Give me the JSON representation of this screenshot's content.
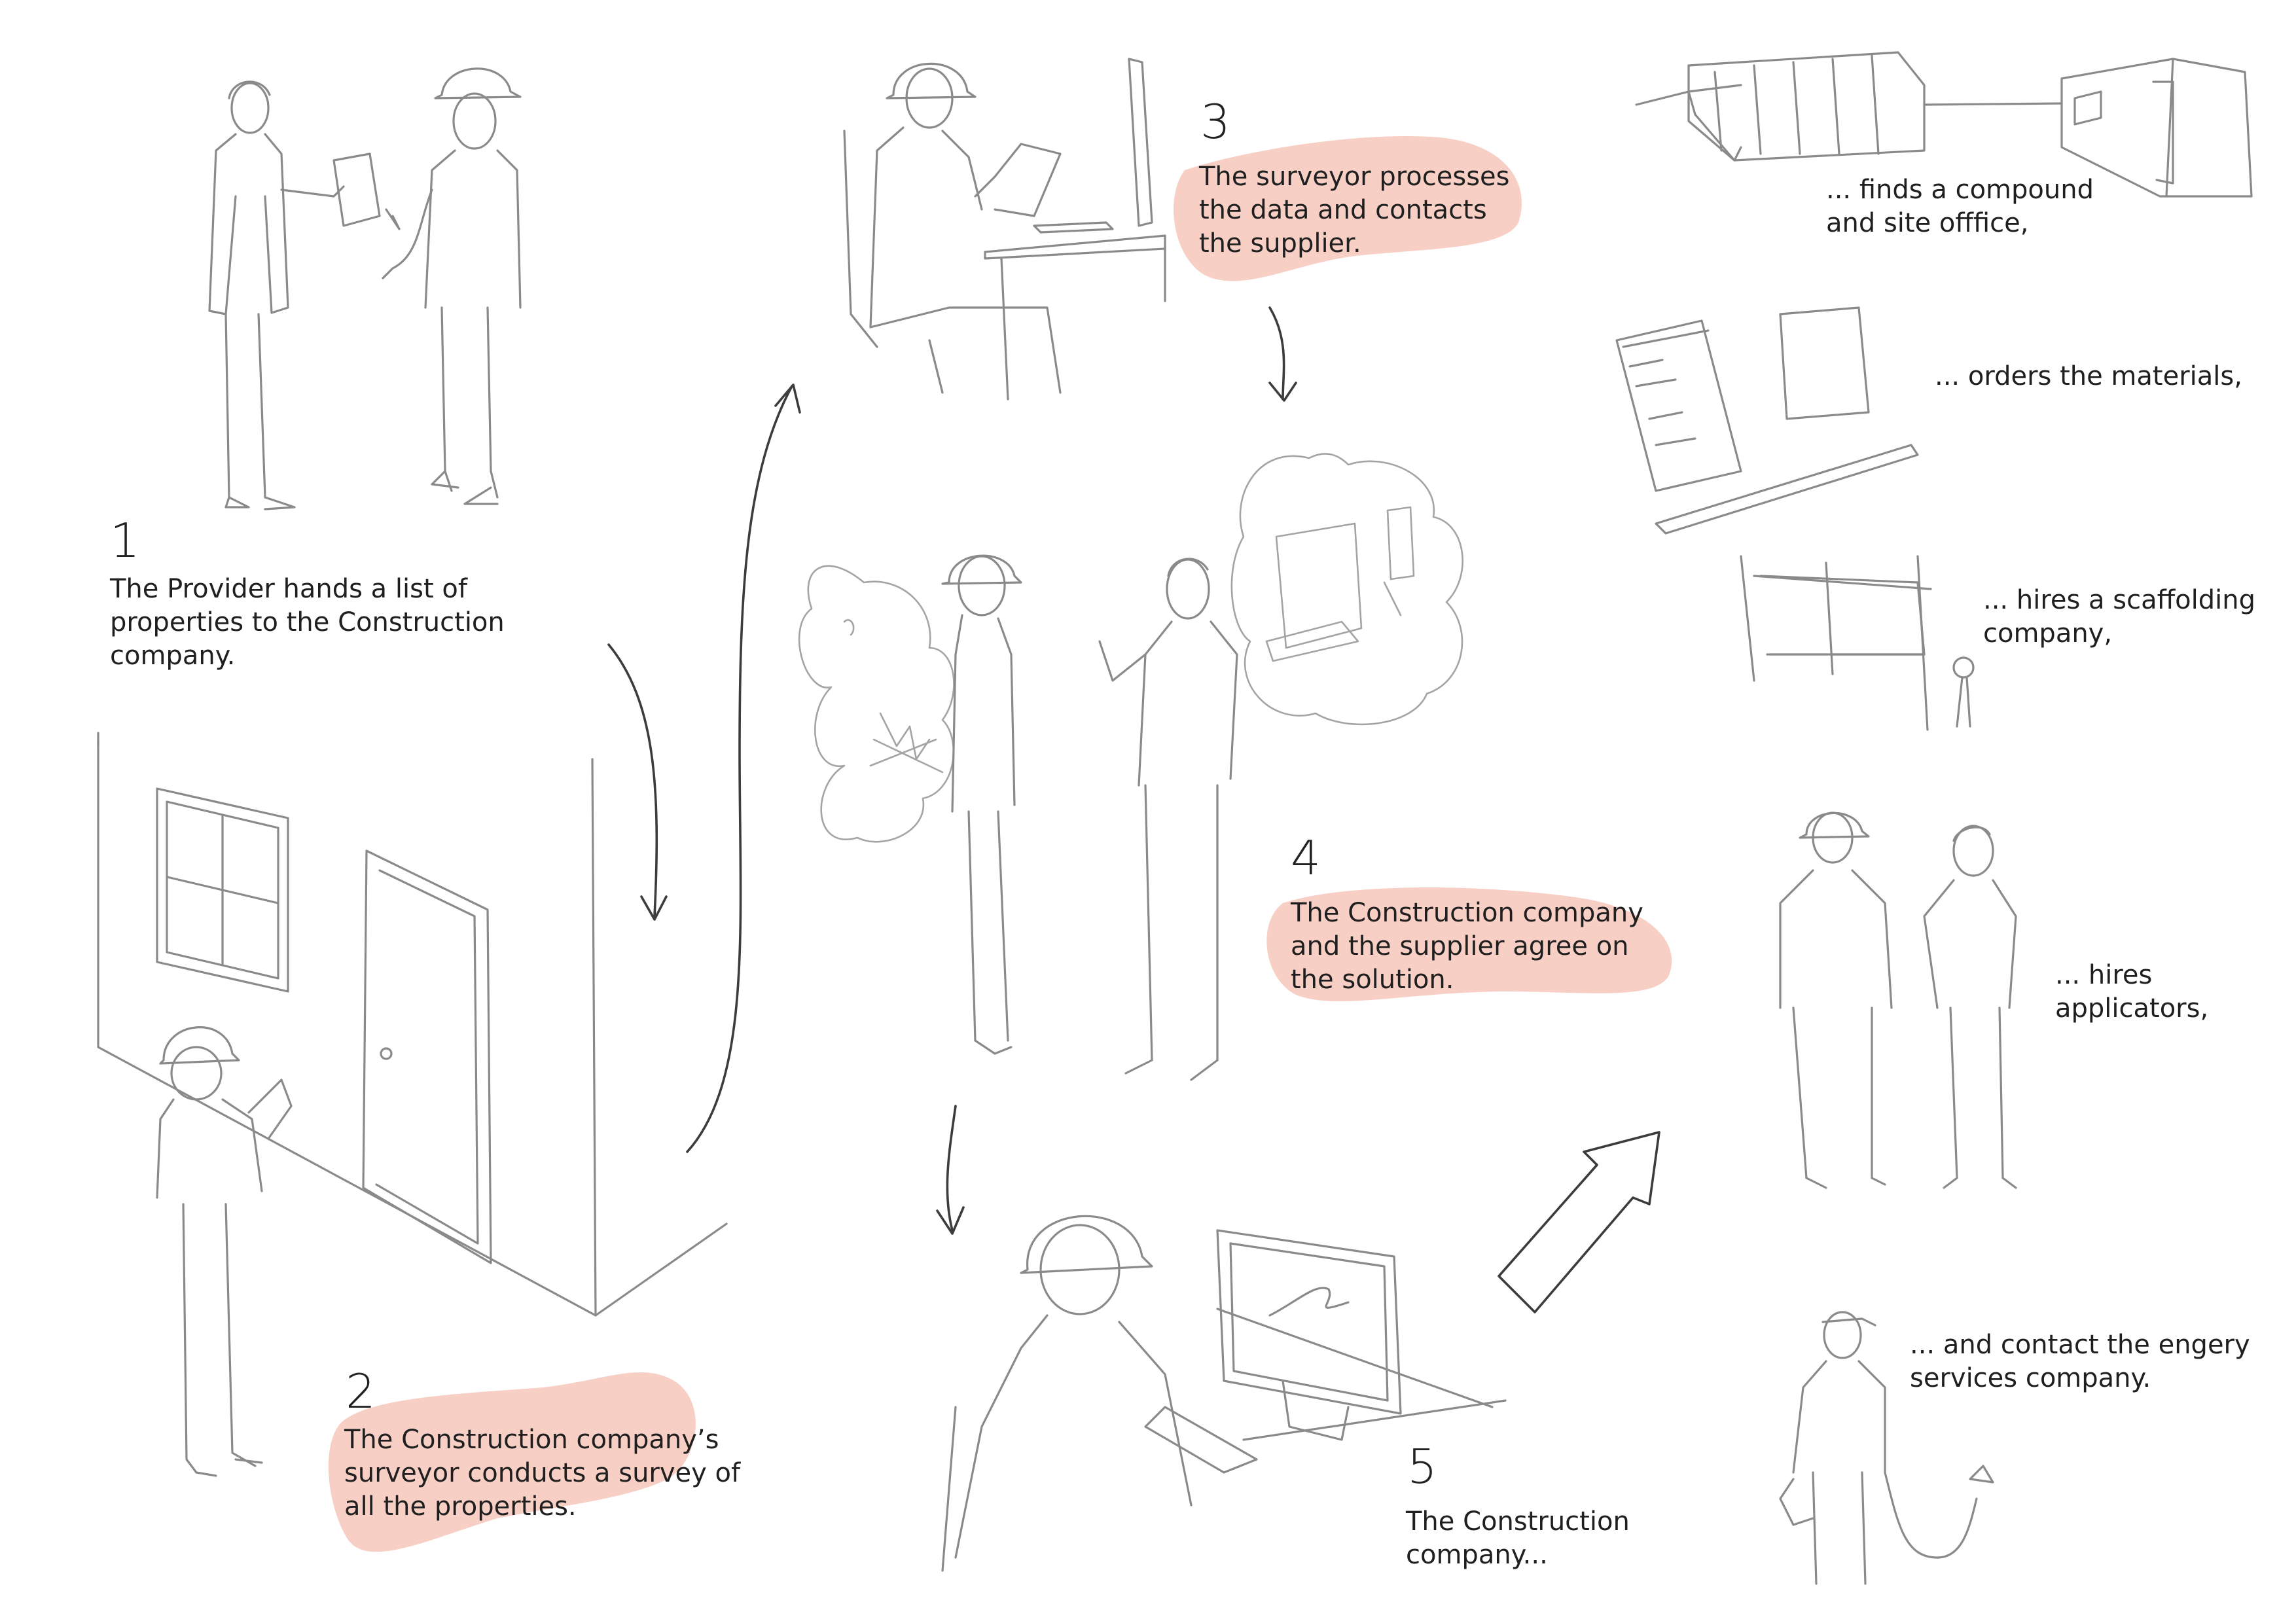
{
  "steps": [
    {
      "number": "1",
      "text": "The Provider hands a list of\nproperties to the Construction\ncompany."
    },
    {
      "number": "2",
      "text": "The Construction company’s\nsurveyor conducts a survey of\nall the properties."
    },
    {
      "number": "3",
      "text": "The surveyor processes\nthe data and contacts\nthe supplier."
    },
    {
      "number": "4",
      "text": "The Construction company\nand the supplier agree on\nthe solution."
    },
    {
      "number": "5",
      "text": "The Construction\ncompany..."
    }
  ],
  "sub_steps": [
    {
      "text": "... finds a compound\nand site offfice,"
    },
    {
      "text": "... orders the materials,"
    },
    {
      "text": "... hires a scaffolding\ncompany,"
    },
    {
      "text": "... hires\napplicators,"
    },
    {
      "text": "... and contact the engery\nservices company."
    }
  ],
  "colors": {
    "highlight": "#f6cbc0",
    "sketch": "#8a8a8a",
    "arrow": "#3c3c3c"
  }
}
